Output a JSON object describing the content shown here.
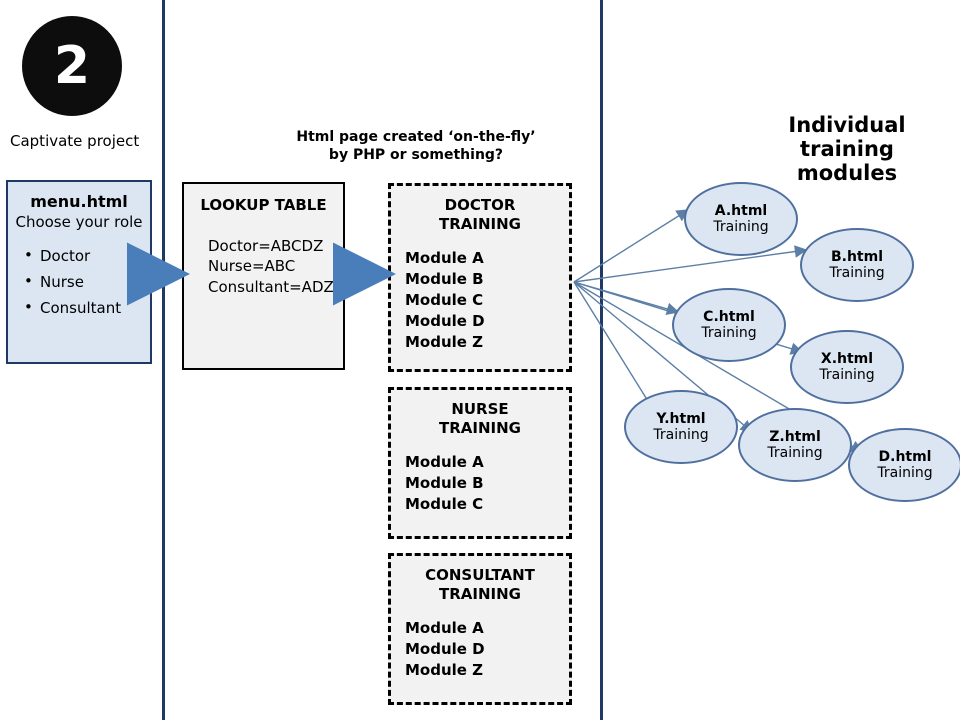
{
  "badge": {
    "number": "2",
    "caption": "Captivate project"
  },
  "menu": {
    "title": "menu.html",
    "subtitle": "Choose your role",
    "items": [
      "Doctor",
      "Nurse",
      "Consultant"
    ]
  },
  "lookup": {
    "title": "LOOKUP TABLE",
    "lines": [
      "Doctor=ABCDZ",
      "Nurse=ABC",
      "Consultant=ADZ"
    ]
  },
  "header_note": {
    "line1": "Html page created ‘on-the-fly’",
    "line2": "by PHP or something?"
  },
  "training_boxes": [
    {
      "title_line1": "DOCTOR",
      "title_line2": "TRAINING",
      "modules": [
        "Module A",
        "Module B",
        "Module C",
        "Module D",
        "Module Z"
      ]
    },
    {
      "title_line1": "NURSE",
      "title_line2": "TRAINING",
      "modules": [
        "Module A",
        "Module B",
        "Module C"
      ]
    },
    {
      "title_line1": "CONSULTANT",
      "title_line2": "TRAINING",
      "modules": [
        "Module A",
        "Module D",
        "Module Z"
      ]
    }
  ],
  "individual": {
    "title_line1": "Individual",
    "title_line2": "training",
    "title_line3": "modules",
    "modules": [
      {
        "name": "A.html",
        "sub": "Training"
      },
      {
        "name": "B.html",
        "sub": "Training"
      },
      {
        "name": "C.html",
        "sub": "Training"
      },
      {
        "name": "X.html",
        "sub": "Training"
      },
      {
        "name": "Y.html",
        "sub": "Training"
      },
      {
        "name": "Z.html",
        "sub": "Training"
      },
      {
        "name": "D.html",
        "sub": "Training"
      }
    ]
  },
  "colors": {
    "divider": "#1f3864",
    "panel_fill": "#dce6f2",
    "panel_stroke": "#1f3864",
    "box_fill": "#f2f2f2",
    "ellipse_stroke": "#4f6f9f",
    "arrow": "#4a7ebb",
    "badge": "#0d0d0d"
  }
}
